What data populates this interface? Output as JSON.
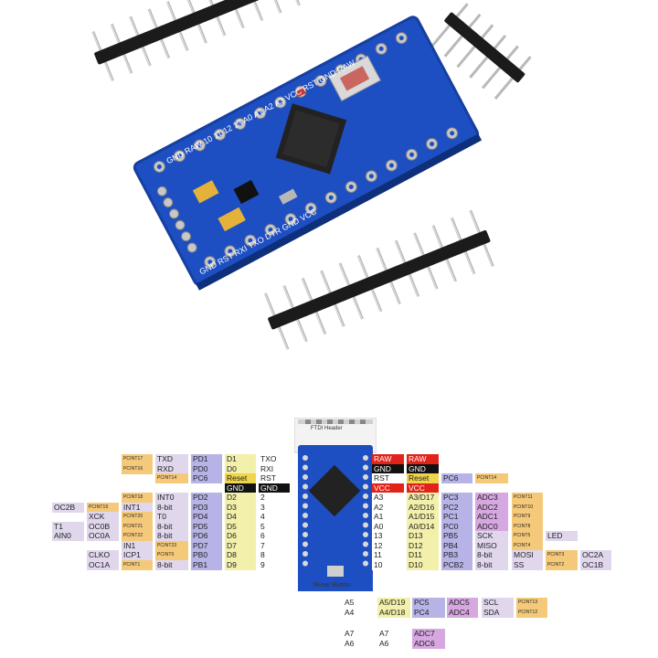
{
  "colors": {
    "pcint": "#f5c97a",
    "func": "#e0d7ec",
    "port": "#b7b3e6",
    "digital": "#e3e3e3",
    "num": "#ffffff",
    "analog": "#f2f0aa",
    "adc": "#d6a7e0",
    "serial": "#e7e7e7",
    "power_red": "#e2231a",
    "power_black": "#111111",
    "reset": "#f0d44a",
    "board_blue": "#1d4fc2",
    "led": "#e6e6f5"
  },
  "board_labels": {
    "top_side": [
      "GND",
      "RAW",
      "10",
      "11",
      "12",
      "13",
      "A0",
      "A1",
      "A2",
      "A3",
      "VCC",
      "RST",
      "GND",
      "RAW"
    ],
    "left_side": [
      "TXO",
      "RXI",
      "RST",
      "GND",
      "2",
      "3",
      "4",
      "5",
      "6",
      "7",
      "8",
      "9"
    ],
    "bottom_side": [
      "GND",
      "RST",
      "RXI",
      "TXO",
      "DTR",
      "GND",
      "VCC"
    ]
  },
  "diagram": {
    "ftdi_header": "FTDI Header",
    "reset_button": "Reset Button",
    "left_rows": [
      {
        "cells": [
          "PCINT17",
          "TXD",
          "PD1",
          "D1",
          "TXO"
        ]
      },
      {
        "cells": [
          "PCINT16",
          "RXD",
          "PD0",
          "D0",
          "RXI"
        ]
      },
      {
        "cells": [
          "PCINT14",
          "PC6",
          "Reset",
          "RST"
        ]
      },
      {
        "cells": [
          "GND",
          "GND"
        ]
      },
      {
        "cells": [
          "PCINT18",
          "INT0",
          "PD2",
          "D2",
          "2"
        ]
      },
      {
        "cells": [
          "OC2B",
          "PCINT19",
          "INT1",
          "8-bit",
          "PD3",
          "D3",
          "3"
        ]
      },
      {
        "cells": [
          "XCK",
          "PCINT20",
          "T0",
          "PD4",
          "D4",
          "4"
        ]
      },
      {
        "cells": [
          "T1",
          "OC0B",
          "PCINT21",
          "8-bit",
          "PD5",
          "D5",
          "5"
        ]
      },
      {
        "cells": [
          "AIN0",
          "OC0A",
          "PCINT22",
          "8-bit",
          "PD6",
          "D6",
          "6"
        ]
      },
      {
        "cells": [
          "IN1",
          "PCINT23",
          "PD7",
          "D7",
          "7"
        ]
      },
      {
        "cells": [
          "CLKO",
          "ICP1",
          "PCINT0",
          "PB0",
          "D8",
          "8"
        ]
      },
      {
        "cells": [
          "OC1A",
          "PCINT1",
          "8-bit",
          "PB1",
          "D9",
          "9"
        ]
      }
    ],
    "right_rows": [
      {
        "cells": [
          "RAW",
          "RAW"
        ]
      },
      {
        "cells": [
          "GND",
          "GND"
        ]
      },
      {
        "cells": [
          "RST",
          "Reset",
          "PC6",
          "PCINT14"
        ]
      },
      {
        "cells": [
          "VCC",
          "VCC"
        ]
      },
      {
        "cells": [
          "A3",
          "A3/D17",
          "PC3",
          "ADC3",
          "PCINT11"
        ]
      },
      {
        "cells": [
          "A2",
          "A2/D16",
          "PC2",
          "ADC2",
          "PCINT10"
        ]
      },
      {
        "cells": [
          "A1",
          "A1/D15",
          "PC1",
          "ADC1",
          "PCINT9"
        ]
      },
      {
        "cells": [
          "A0",
          "A0/D14",
          "PC0",
          "ADC0",
          "PCINT8"
        ]
      },
      {
        "cells": [
          "13",
          "D13",
          "PB5",
          "SCK",
          "PCINT5",
          "LED"
        ]
      },
      {
        "cells": [
          "12",
          "D12",
          "PB4",
          "MISO",
          "PCINT4"
        ]
      },
      {
        "cells": [
          "11",
          "D11",
          "PB3",
          "8-bit",
          "MOSI",
          "PCINT3",
          "OC2A"
        ]
      },
      {
        "cells": [
          "10",
          "D10",
          "PCB2",
          "8-bit",
          "SS",
          "PCINT2",
          "OC1B"
        ]
      }
    ],
    "bottom_rows": [
      {
        "cells": [
          "A5",
          "A5/D19",
          "PC5",
          "ADC5",
          "SCL",
          "PCINT13"
        ]
      },
      {
        "cells": [
          "A4",
          "A4/D18",
          "PC4",
          "ADC4",
          "SDA",
          "PCINT12"
        ]
      },
      {
        "cells": [
          "A7",
          "A7",
          "ADC7"
        ]
      },
      {
        "cells": [
          "A6",
          "A6",
          "ADC6"
        ]
      }
    ]
  }
}
